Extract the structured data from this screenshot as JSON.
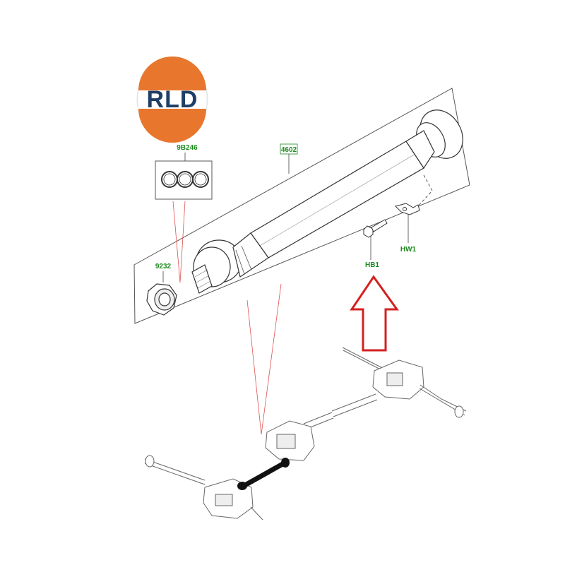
{
  "logo": {
    "text": "RLD"
  },
  "callouts": {
    "o_rings": "9B246",
    "driveshaft": "4602",
    "nut": "9232",
    "bolt": "HB1",
    "bracket": "HW1"
  },
  "colors": {
    "callout_text": "#1f8a1f",
    "leader_red": "#e05050",
    "arrow_red": "#d42020",
    "logo_orange": "#e8762d",
    "logo_navy": "#1e3f66",
    "outline": "#333333"
  }
}
